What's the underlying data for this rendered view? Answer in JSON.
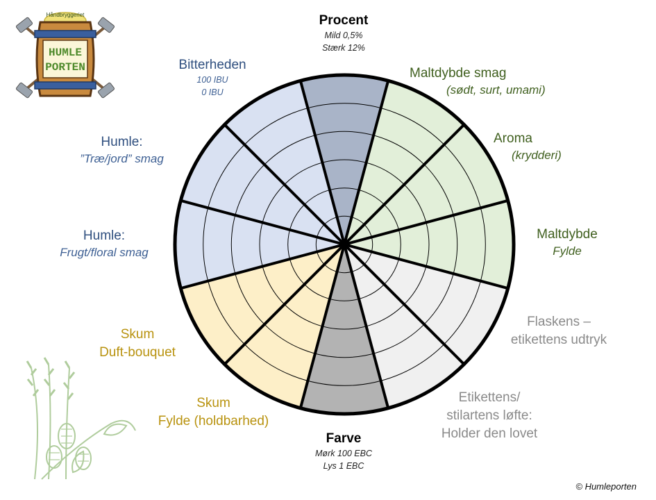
{
  "logo": {
    "arc_text": "Håndbryggeriet",
    "line1": "HUMLE",
    "line2": "PORTEN"
  },
  "copyright": "© Humleporten",
  "wheel": {
    "rings": 5,
    "sectors": [
      {
        "name": "procent",
        "color": "#a9b4c8"
      },
      {
        "name": "maltdybde-smag",
        "color": "#e2efd9"
      },
      {
        "name": "aroma",
        "color": "#e2efd9"
      },
      {
        "name": "maltdybde-fylde",
        "color": "#e2efd9"
      },
      {
        "name": "flaskens-etikettens-udtryk",
        "color": "#f0f0f0"
      },
      {
        "name": "etikettens-stilartens-lofte",
        "color": "#f0f0f0"
      },
      {
        "name": "farve",
        "color": "#b3b3b3"
      },
      {
        "name": "skum-fylde",
        "color": "#fdefc8"
      },
      {
        "name": "skum-duft-bouquet",
        "color": "#fdefc8"
      },
      {
        "name": "humle-frugt-floral",
        "color": "#d9e1f2"
      },
      {
        "name": "humle-trae-jord",
        "color": "#d9e1f2"
      },
      {
        "name": "bitterheden",
        "color": "#d9e1f2"
      }
    ]
  },
  "labels": {
    "procent": {
      "title": "Procent",
      "line1": "Mild 0,5%",
      "line2": "Stærk 12%"
    },
    "maltdybde_smag": {
      "title": "Maltdybde smag",
      "sub": "(sødt, surt, umami)"
    },
    "aroma": {
      "title": "Aroma",
      "sub": "(krydderi)"
    },
    "maltdybde_fylde": {
      "title": "Maltdybde",
      "sub": "Fylde"
    },
    "flaskens": {
      "line1": "Flaskens –",
      "line2": "etikettens udtryk"
    },
    "etikettens": {
      "line1": "Etikettens/",
      "line2": "stilartens løfte:",
      "line3": "Holder den lovet"
    },
    "farve": {
      "title": "Farve",
      "line1": "Mørk 100 EBC",
      "line2": "Lys 1 EBC"
    },
    "skum_fylde": {
      "line1": "Skum",
      "line2": "Fylde (holdbarhed)"
    },
    "skum_duft": {
      "line1": "Skum",
      "line2": "Duft-bouquet"
    },
    "humle_frugt": {
      "title": "Humle:",
      "sub": "Frugt/floral smag"
    },
    "humle_trae": {
      "title": "Humle:",
      "sub": "”Træ/jord”  smag"
    },
    "bitterheden": {
      "title": "Bitterheden",
      "line1": "100 IBU",
      "line2": "0 IBU"
    }
  }
}
